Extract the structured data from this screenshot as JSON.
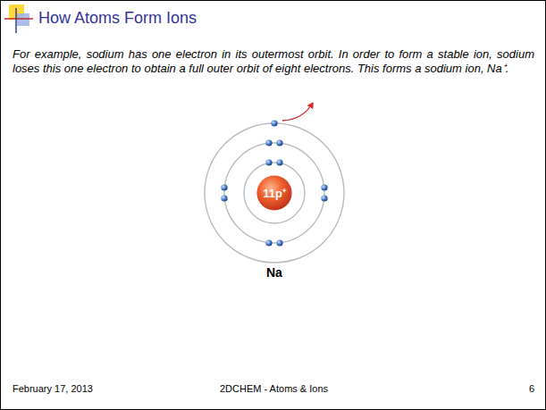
{
  "diagram": {
    "title": "How Atoms Form Ions",
    "nodes": [
      {
        "text": [
          "11p⁺"
        ]
      }
    ],
    "labels": [
      "For example, sodium has one electron in its outermost orbit. In order to form a stable ion, sodium loses this one electron to obtain a full outer orbit of eight electrons. This forms a sodium ion, Na⁺.",
      "Na",
      "February 17, 2013",
      "2DCHEM - Atoms & Ions",
      "6"
    ]
  }
}
